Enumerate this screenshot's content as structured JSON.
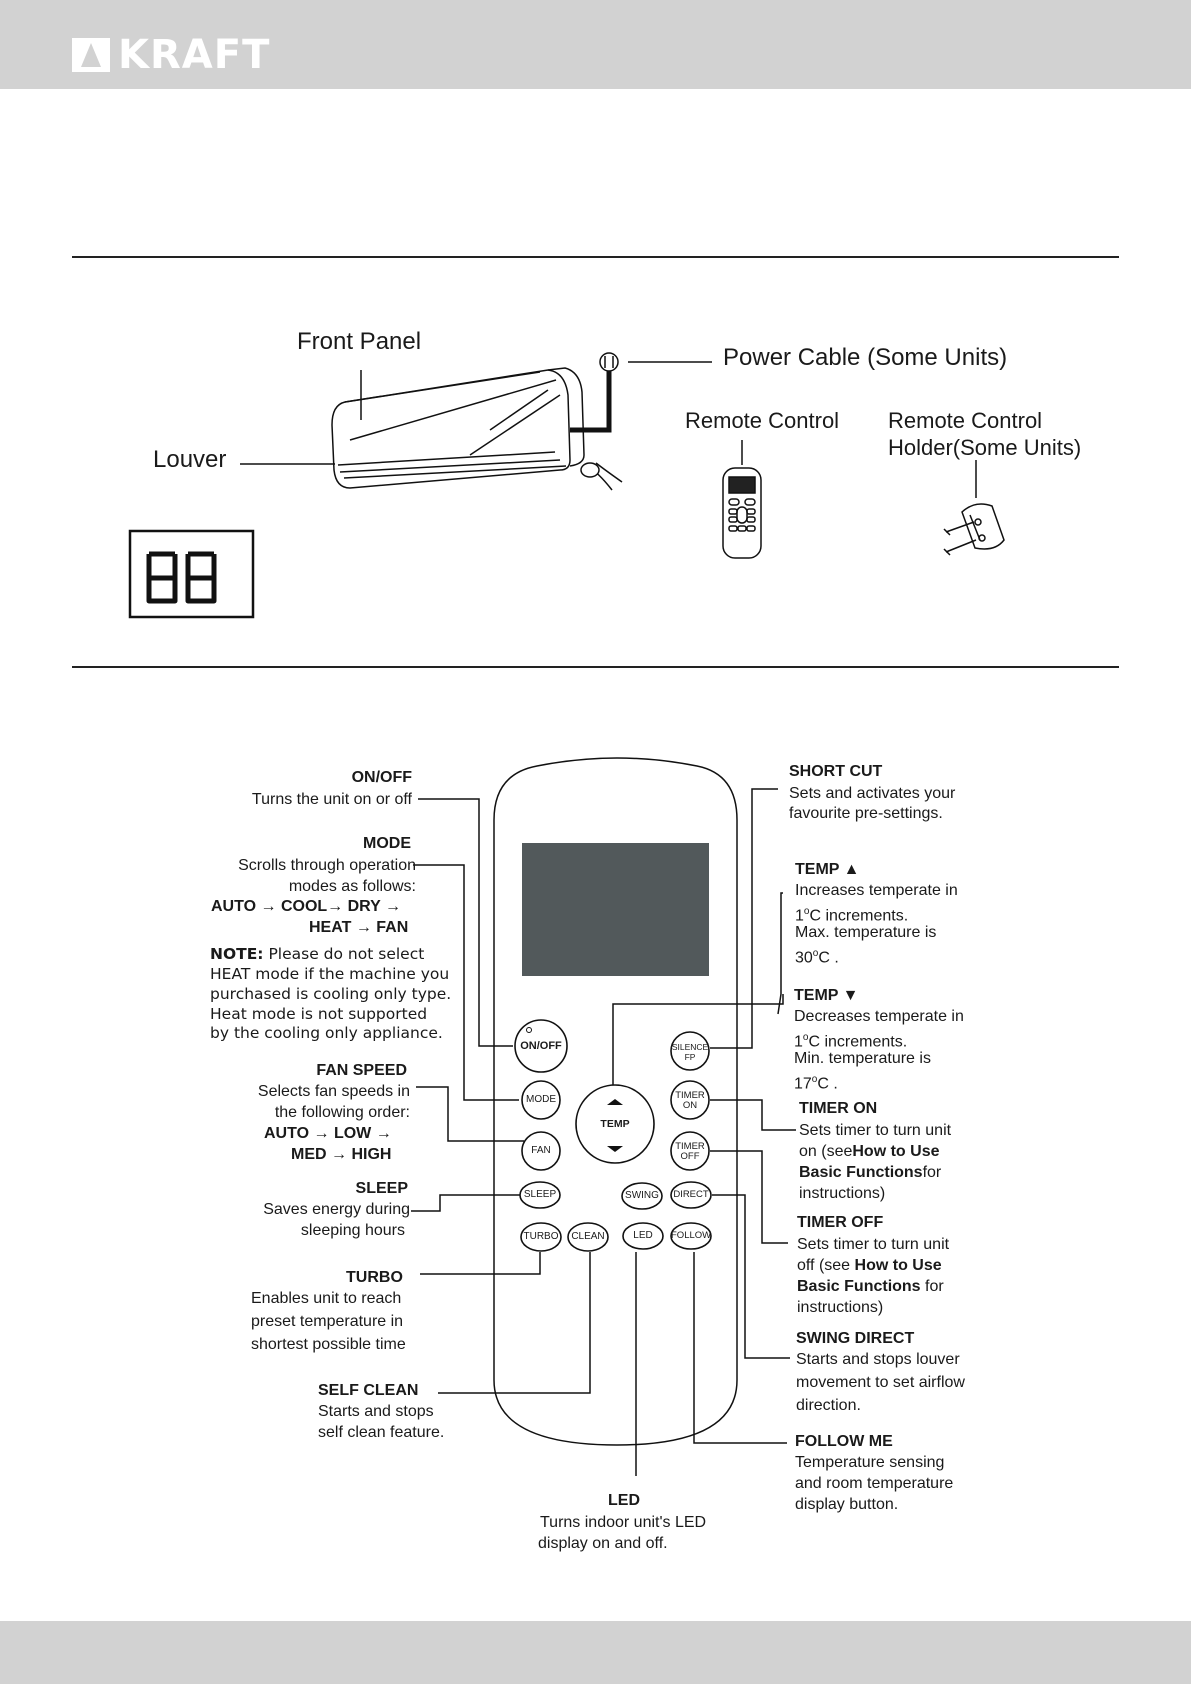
{
  "header": {
    "brand": "KRAFT"
  },
  "unit": {
    "front_panel": "Front Panel",
    "power_cable": "Power Cable (Some Units)",
    "remote_control": "Remote Control",
    "holder_line1": "Remote Control",
    "holder_line2": "Holder(Some Units)",
    "louver": "Louver",
    "display": "88"
  },
  "remote": {
    "buttons": {
      "onoff": "ON/OFF",
      "mode": "MODE",
      "fan": "FAN",
      "sleep": "SLEEP",
      "turbo": "TURBO",
      "clean": "CLEAN",
      "led": "LED",
      "follow": "FOLLOW",
      "swing": "SWING",
      "direct": "DIRECT",
      "temp": "TEMP",
      "silence_1": "SILENCE",
      "silence_2": "FP",
      "timer_on_1": "TIMER",
      "timer_on_2": "ON",
      "timer_off_1": "TIMER",
      "timer_off_2": "OFF"
    }
  },
  "labels": {
    "onoff": {
      "title": "ON/OFF",
      "desc": "Turns the unit on or off"
    },
    "mode": {
      "title": "MODE",
      "l1": "Scrolls through operation",
      "l2": "modes as follows:",
      "seq1_a": "AUTO",
      "seq1_b": "COOL",
      "seq1_c": "DRY",
      "seq2_a": "HEAT",
      "seq2_b": "FAN",
      "arrow": "→"
    },
    "note": {
      "title": "NOTE:",
      "l1": "Please do not select",
      "l2": "HEAT mode if the machine you",
      "l3": "purchased is cooling only type.",
      "l4": "Heat mode is not supported",
      "l5": "by the cooling only appliance."
    },
    "fan_speed": {
      "title": "FAN SPEED",
      "l1": "Selects fan speeds in",
      "l2": "the following order:",
      "s1": "AUTO",
      "s2": "LOW",
      "s3": "MED",
      "s4": "HIGH"
    },
    "sleep": {
      "title": "SLEEP",
      "l1": "Saves energy during",
      "l2": "sleeping hours"
    },
    "turbo": {
      "title": "TURBO",
      "l1": "Enables unit to reach",
      "l2": "preset temperature in",
      "l3": "shortest possible time"
    },
    "self_clean": {
      "title": "SELF CLEAN",
      "l1": "Starts and stops",
      "l2": "self clean feature."
    },
    "led": {
      "title": "LED",
      "l1": "Turns indoor unit's LED",
      "l2": "display on and off."
    },
    "short_cut": {
      "title": "SHORT CUT",
      "l1": "Sets and activates your",
      "l2": "favourite pre-settings."
    },
    "temp_up": {
      "title": "TEMP ▲",
      "l1": "Increases temperate in",
      "l2a": "1",
      "l2b": "o",
      "l2c": "C increments.",
      "l3": "Max. temperature is",
      "l4a": "30",
      "l4b": "o",
      "l4c": "C ."
    },
    "temp_down": {
      "title": "TEMP ▼",
      "l1": "Decreases temperate in",
      "l2a": "1",
      "l2b": "o",
      "l2c": "C  increments.",
      "l3": "Min. temperature is",
      "l4a": "17",
      "l4b": "o",
      "l4c": "C ."
    },
    "timer_on": {
      "title": "TIMER ON",
      "l1": "Sets timer to turn unit",
      "l2a": "on (see",
      "l2b": "How to Use",
      "l3a": "Basic Functions",
      "l3b": "for",
      "l4": "instructions)"
    },
    "timer_off": {
      "title": "TIMER OFF",
      "l1": "Sets timer to turn unit",
      "l2a": "off (see ",
      "l2b": "How to Use",
      "l3a": "Basic Functions",
      "l3b": " for",
      "l4": "instructions)"
    },
    "swing_direct": {
      "title": "SWING  DIRECT",
      "l1": "Starts and stops louver",
      "l2": "movement to set airflow",
      "l3": "direction."
    },
    "follow_me": {
      "title": "FOLLOW ME",
      "l1": "Temperature sensing",
      "l2": "and room temperature",
      "l3": "display button."
    }
  }
}
